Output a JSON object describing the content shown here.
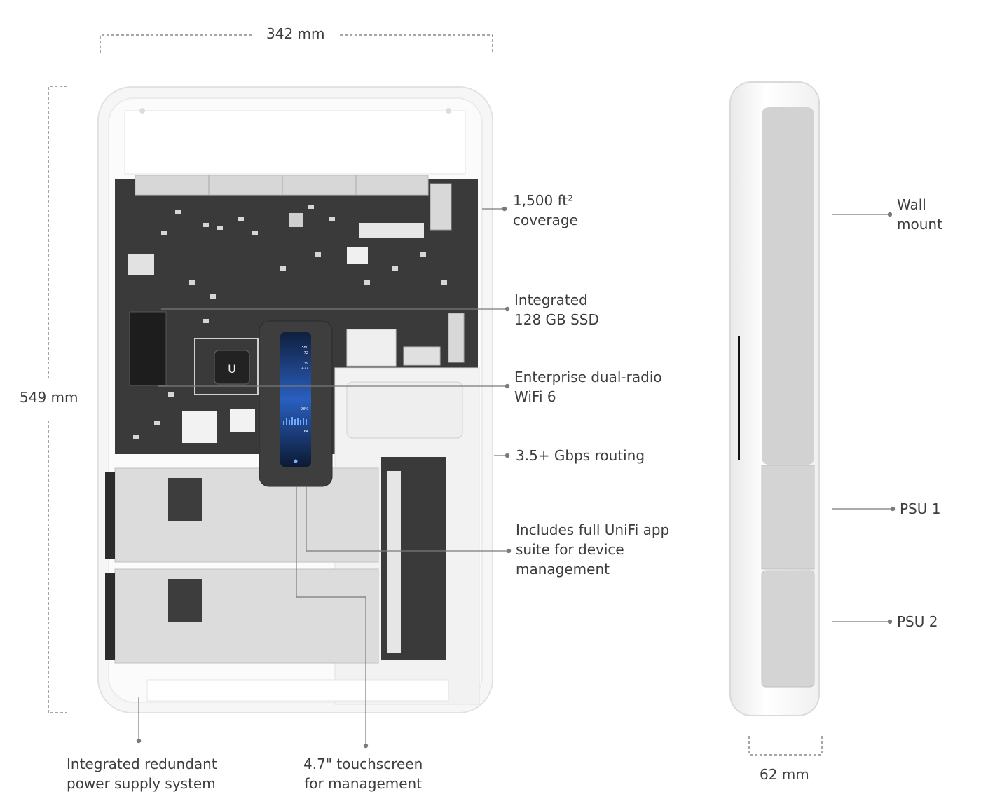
{
  "dimensions": {
    "width": "342 mm",
    "height": "549 mm",
    "depth": "62 mm"
  },
  "callouts": {
    "coverage": [
      "1,500 ft²",
      "coverage"
    ],
    "ssd": [
      "Integrated",
      "128 GB SSD"
    ],
    "wifi": [
      "Enterprise dual-radio",
      "WiFi 6"
    ],
    "routing": [
      "3.5+ Gbps routing"
    ],
    "app_suite": [
      "Includes full UniFi app",
      "suite for device",
      "management"
    ],
    "power": [
      "Integrated redundant",
      "power supply system"
    ],
    "touchscreen": [
      "4.7\" touchscreen",
      "for management"
    ],
    "wall_mount": [
      "Wall",
      "mount"
    ],
    "psu1": [
      "PSU 1"
    ],
    "psu2": [
      "PSU 2"
    ]
  },
  "screen": {
    "stats": [
      "580",
      "72",
      "39",
      "427",
      "98%",
      "64"
    ]
  },
  "colors": {
    "board": "#3b3b3b",
    "psu": "#dcdcdc",
    "chassis": "#f4f4f4",
    "screen_accent": "#3d7fe0",
    "line": "#7a7a7a"
  }
}
